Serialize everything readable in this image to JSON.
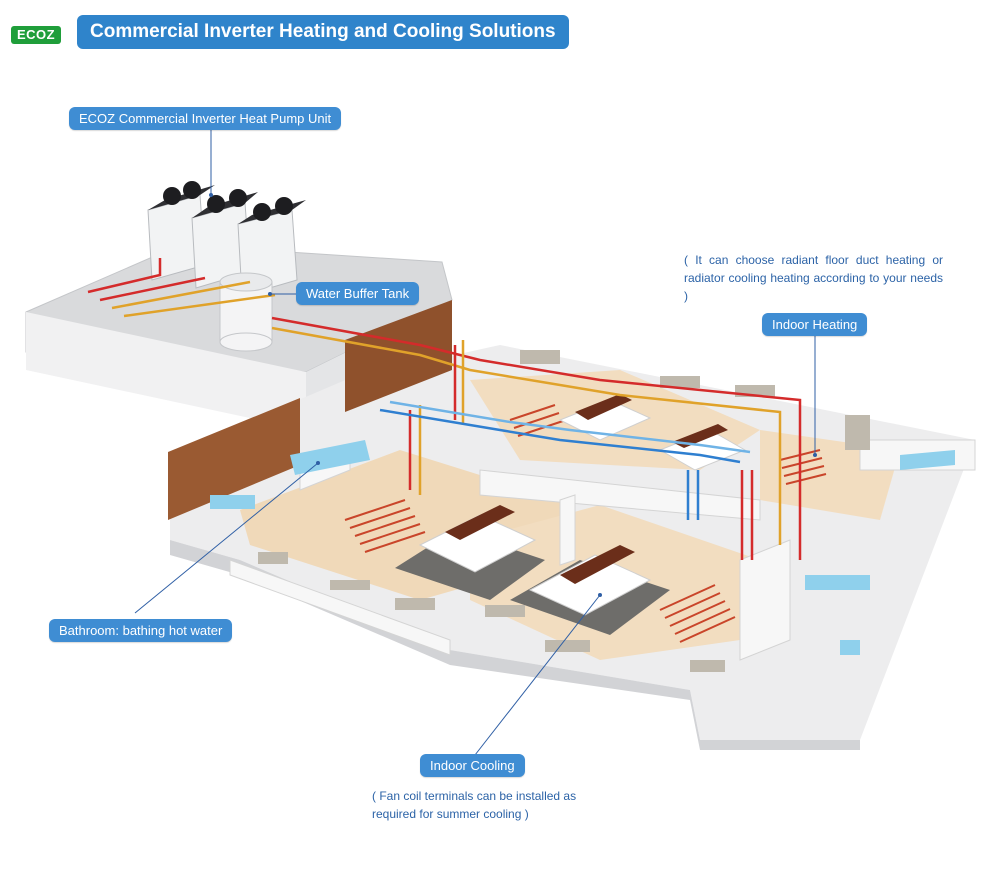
{
  "header": {
    "logo_text": "ECOZ",
    "title": "Commercial Inverter Heating and Cooling Solutions"
  },
  "labels": {
    "heat_pump": "ECOZ Commercial Inverter Heat Pump Unit",
    "buffer_tank": "Water Buffer Tank",
    "indoor_heating": "Indoor Heating",
    "bathroom": "Bathroom: bathing hot water",
    "indoor_cooling": "Indoor Cooling"
  },
  "notes": {
    "heating": "( It can choose radiant floor duct heating or radiator cooling heating according to your needs )",
    "cooling_line1": "( Fan coil terminals can be installed as",
    "cooling_line2": "required for summer cooling )"
  },
  "colors": {
    "brand_green": "#1f9e3a",
    "accent_blue": "#2f84cb",
    "note_text": "#2c63a7",
    "hot_pipe": "#d42b2b",
    "cold_pipe": "#2f7fd0",
    "return_pipe": "#e0a22a"
  }
}
